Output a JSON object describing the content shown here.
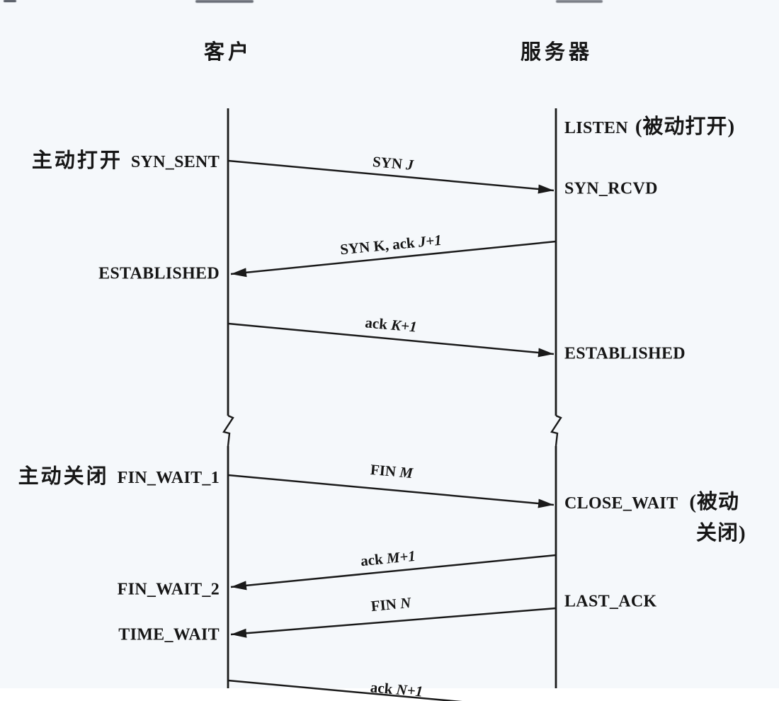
{
  "colors": {
    "background": "#f5f8fb",
    "ink": "#1a1a1a"
  },
  "headers": {
    "client": "客户",
    "server": "服务器"
  },
  "client_column": {
    "active_open_cn": "主动打开",
    "active_close_cn": "主动关闭",
    "syn_sent": "SYN_SENT",
    "established": "ESTABLISHED",
    "fin_wait_1": "FIN_WAIT_1",
    "fin_wait_2": "FIN_WAIT_2",
    "time_wait": "TIME_WAIT"
  },
  "server_column": {
    "listen": "LISTEN",
    "passive_open_cn": "(被动打开)",
    "syn_rcvd": "SYN_RCVD",
    "established": "ESTABLISHED",
    "close_wait": "CLOSE_WAIT",
    "passive_close_cn_line1": "(被动",
    "passive_close_cn_line2": "关闭)",
    "last_ack": "LAST_ACK"
  },
  "messages": [
    {
      "pre": "SYN ",
      "var": "J",
      "direction": "client-to-server"
    },
    {
      "pre": "SYN K, ack ",
      "var": "J+1",
      "direction": "server-to-client"
    },
    {
      "pre": "ack ",
      "var": "K+1",
      "direction": "client-to-server"
    },
    {
      "pre": "FIN ",
      "var": "M",
      "direction": "client-to-server"
    },
    {
      "pre": "ack ",
      "var": "M+1",
      "direction": "server-to-client"
    },
    {
      "pre": "FIN ",
      "var": "N",
      "direction": "server-to-client"
    },
    {
      "pre": "ack ",
      "var": "N+1",
      "direction": "client-to-server"
    }
  ]
}
